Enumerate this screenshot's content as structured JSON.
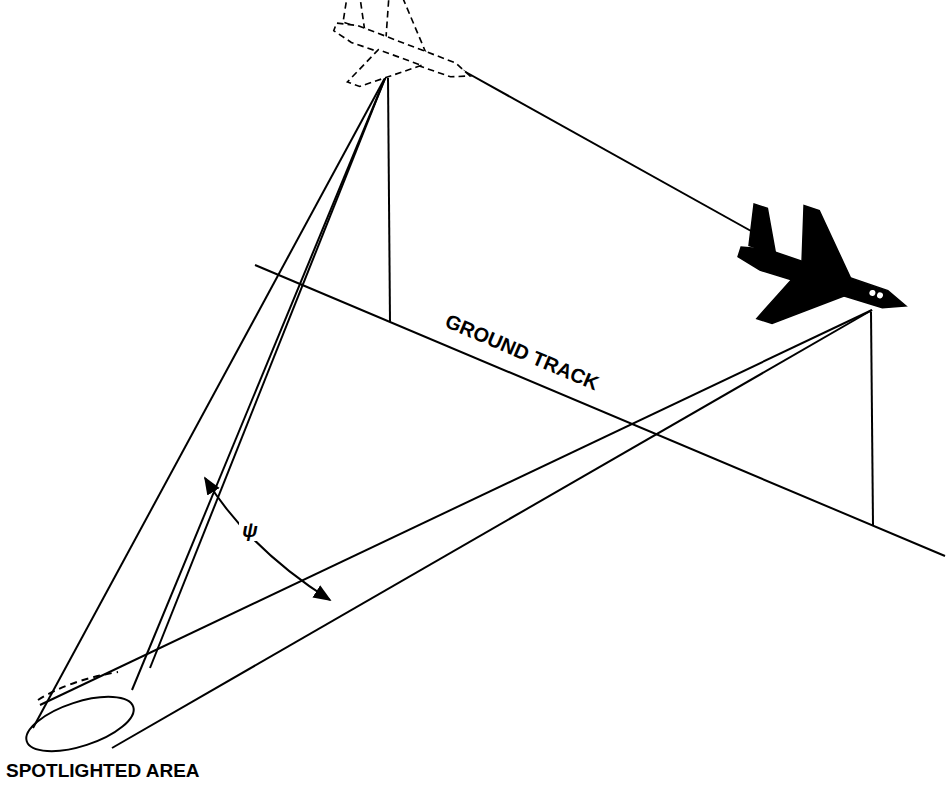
{
  "diagram": {
    "labels": [
      "GROUND TRACK",
      "ψ",
      "SPOTLIGHTED AREA"
    ]
  }
}
